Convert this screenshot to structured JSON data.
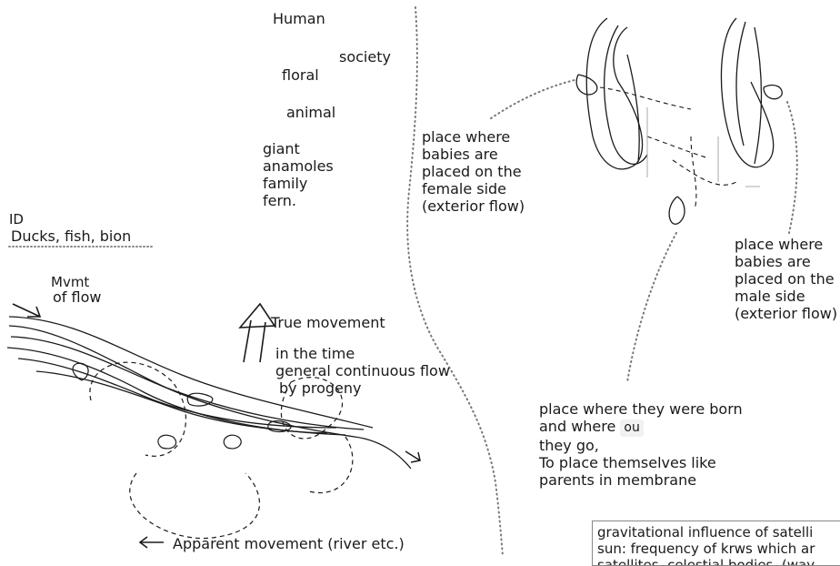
{
  "categories": {
    "human": "Human",
    "society": "society",
    "floral": "floral",
    "animal": "animal",
    "giant_lines": [
      "giant",
      "anamoles",
      "family",
      "fern."
    ]
  },
  "id_label": {
    "title": "ID",
    "examples": "Ducks, fish, bion"
  },
  "flow": {
    "mvmt_line1": "Mvmt",
    "mvmt_line2": "of flow",
    "true_movement": "True movement",
    "true_movement_desc": [
      "in the time",
      "general continuous flow",
      "by progeny"
    ],
    "apparent_movement": "Apparent movement (river etc.)"
  },
  "annotations": {
    "female_side": [
      "place where",
      "babies are",
      "placed on the",
      "female side",
      "(exterior flow)"
    ],
    "male_side": [
      "place where",
      "babies are",
      "placed on the",
      "male side",
      "(exterior flow)"
    ],
    "born": {
      "line1": "place where they were born",
      "line2_prefix": "and where",
      "line2_box": "ou",
      "line3": "they go,",
      "line4": "To place themselves like",
      "line5": "parents in membrane"
    }
  },
  "note_box": {
    "lines": [
      "gravitational influence of satelli",
      "sun: frequency of krws which ar",
      "satellites, celestial bodies, (way"
    ]
  },
  "colors": {
    "ink": "#1a1a1a",
    "dotted": "#777777",
    "box_border": "#888888"
  }
}
